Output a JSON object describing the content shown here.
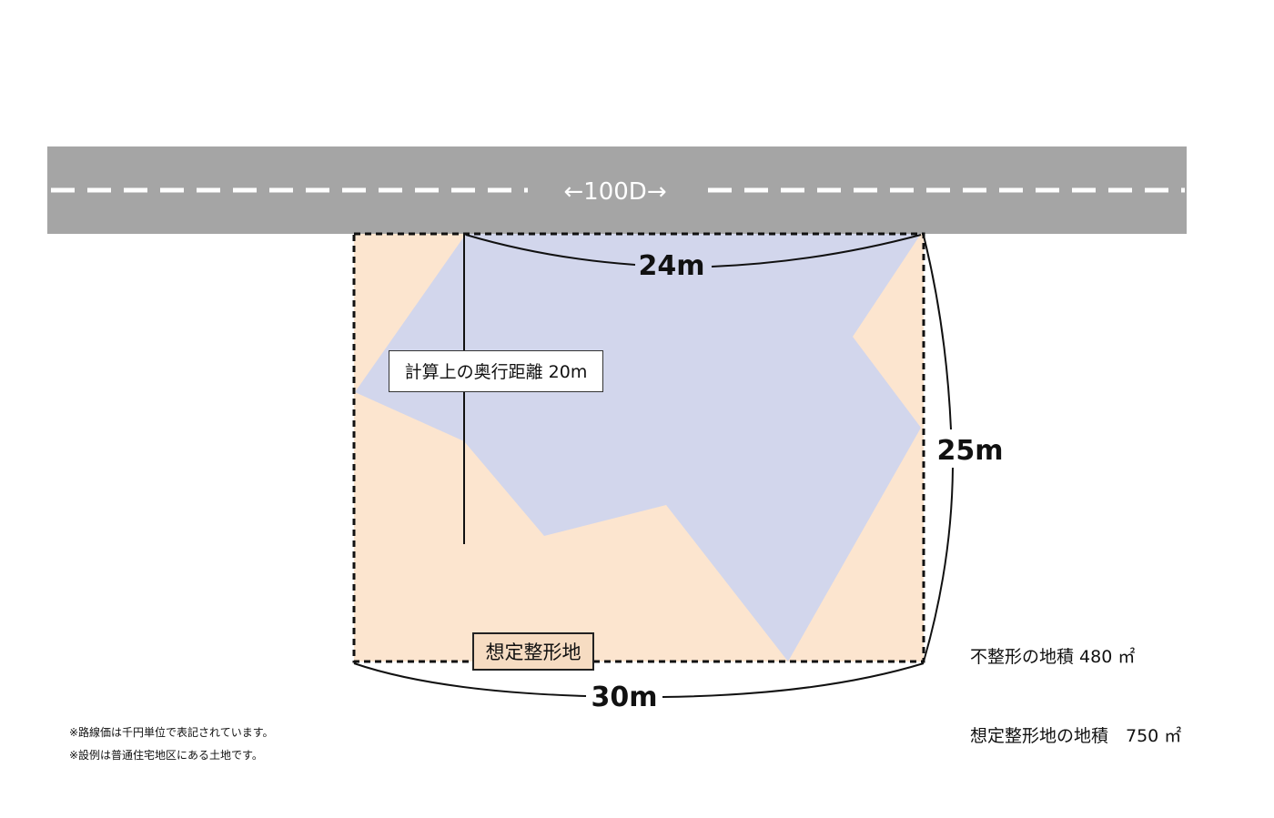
{
  "road": {
    "label": "←100D→",
    "colors": {
      "asphalt": "#a5a5a5",
      "centerline": "#ffffff"
    }
  },
  "dimensions": {
    "frontage": "24m",
    "depth_side": "25m",
    "width_bottom": "30m"
  },
  "labels": {
    "calc_depth": "計算上の奥行距離 20m",
    "assumed_lot": "想定整形地"
  },
  "areas": {
    "irregular": "不整形の地積 480 ㎡",
    "assumed": "想定整形地の地積　750 ㎡"
  },
  "notes": [
    "※路線価は千円単位で表記されています。",
    "※設例は普通住宅地区にある土地です。"
  ],
  "colors": {
    "assumed_lot_fill": "#fce5cf",
    "irregular_lot_fill": "#d2d6ec",
    "outline": "#111111"
  }
}
